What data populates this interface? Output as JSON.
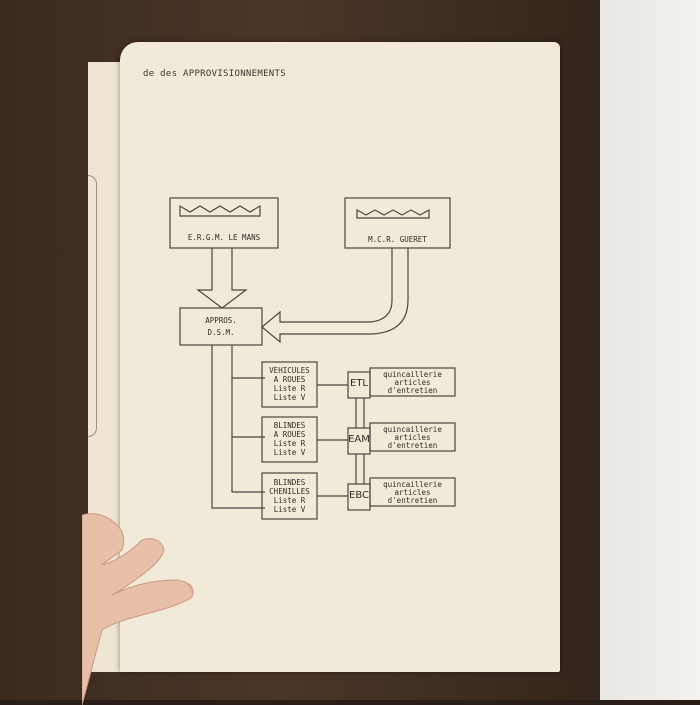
{
  "header": {
    "title": "de des APPROVISIONNEMENTS"
  },
  "boxes": {
    "ergm": "E.R.G.M. LE MANS",
    "mcr": "M.C.R. GUERET",
    "appros_line1": "APPROS.",
    "appros_line2": "D.S.M.",
    "vehicules": [
      "VEHICULES",
      "A ROUES",
      "Liste R",
      "Liste V"
    ],
    "blindes_roues": [
      "BLINDES",
      "A ROUES",
      "Liste R",
      "Liste V"
    ],
    "blindes_chenilles": [
      "BLINDES",
      "CHENILLES",
      "Liste R",
      "Liste V"
    ]
  },
  "codes": [
    "ETL",
    "EAM",
    "EBC"
  ],
  "descriptions": [
    [
      "quincaillerie",
      "articles",
      "d'entretien"
    ],
    [
      "quincaillerie",
      "articles",
      "d'entretien"
    ],
    [
      "quincaillerie",
      "articles",
      "d'entretien"
    ]
  ]
}
